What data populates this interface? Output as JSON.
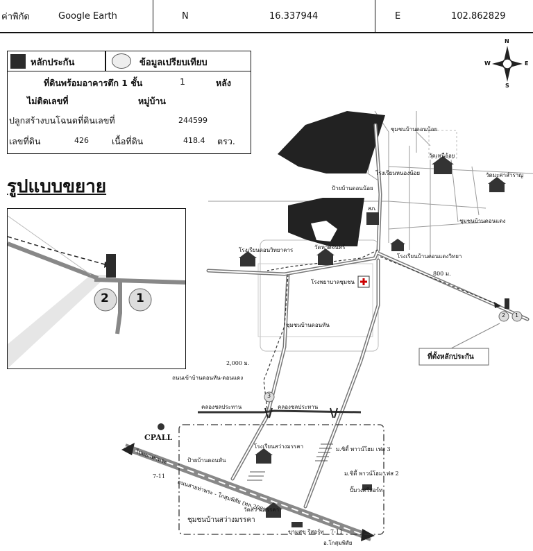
{
  "header": {
    "coord_label": "ค่าพิกัด",
    "source": "Google Earth",
    "north_label": "N",
    "north_value": "16.337944",
    "east_label": "E",
    "east_value": "102.862829"
  },
  "legend": {
    "collateral_label": "หลักประกัน",
    "comparison_label": "ข้อมูลเปรียบเทียบ"
  },
  "property": {
    "desc": "ที่ดินพร้อมอาคารตึก 1 ชั้น",
    "count": "1",
    "unit": "หลัง",
    "no_number": "ไม่ติดเลขที่",
    "village": "หมู่บ้าน",
    "deed_label": "ปลูกสร้างบนโฉนดที่ดินเลขที่",
    "deed_number": "244599",
    "land_no_label": "เลขที่ดิน",
    "land_no": "426",
    "area_label": "เนื้อที่ดิน",
    "area_value": "418.4",
    "area_unit": "ตรว."
  },
  "inset": {
    "title": "รูปแบบขยาย",
    "marker_left": "2",
    "marker_right": "1"
  },
  "compass": {
    "n": "N",
    "s": "S",
    "e": "E",
    "w": "W"
  },
  "map_labels": {
    "community_top": "ชุมชนบ้านดอนน้อย",
    "temple_tr": "วัดเหนือ้อย",
    "school_tr": "โรงเรียนหนองน้อย",
    "temple_far": "วัดมะค่าสำราญ",
    "noi_sign": "ป้ายบ้านดอนน้อย",
    "police": "สภ.",
    "donnang_comm": "ชุมชนบ้านดอนแดง",
    "school_dondang": "โรงเรียนบ้านดอนแดงวิทยา",
    "school_center": "โรงเรียนดอนวิทยาคาร",
    "temple_center": "วัดหาดจันทร์",
    "hospital": "โรงพยาบาลชุมชน",
    "dist_800": "800 ม.",
    "comm_donkhan": "ชุมชนบ้านดอนหัน",
    "collateral_loc": "ที่ตั้งหลักประกัน",
    "dist_2000": "2,000 ม.",
    "road_in": "ถนนเข้าบ้านดอนหัน-ดอนแดง",
    "canal_left": "คลองชลประทาน",
    "canal_right": "คลองชลประทาน",
    "cpall": "CPALL",
    "to_thaphra": "ไปแยกท่าพระ",
    "school_bottom": "โรงเรียนสว่างมรรคา",
    "sign_bottom": "ป้ายบ้านดอนหัน",
    "village_3": "ม.ซิตี้ พาวน์โฮม เฟส 3",
    "village_2": "ม.ซิตี้ พาวน์โฮม เฟส 2",
    "gas": "ปั๊มวงศรีสอร์ท",
    "highway": "ถนนสายท่าพระ - โกสุมพิสัย (ทล.208)",
    "temple_bottom": "วัดสว่างมรรคา",
    "comm_bottom": "ชุมชนบ้านสว่างมรรคา",
    "resort": "ขามสุข รีสอร์ท",
    "seven_left": "7-11",
    "seven_right": "7-11",
    "to_kosum": "อ.โกสุมพิสัย",
    "marker_3": "3",
    "marker_2": "2",
    "marker_1": "1"
  }
}
